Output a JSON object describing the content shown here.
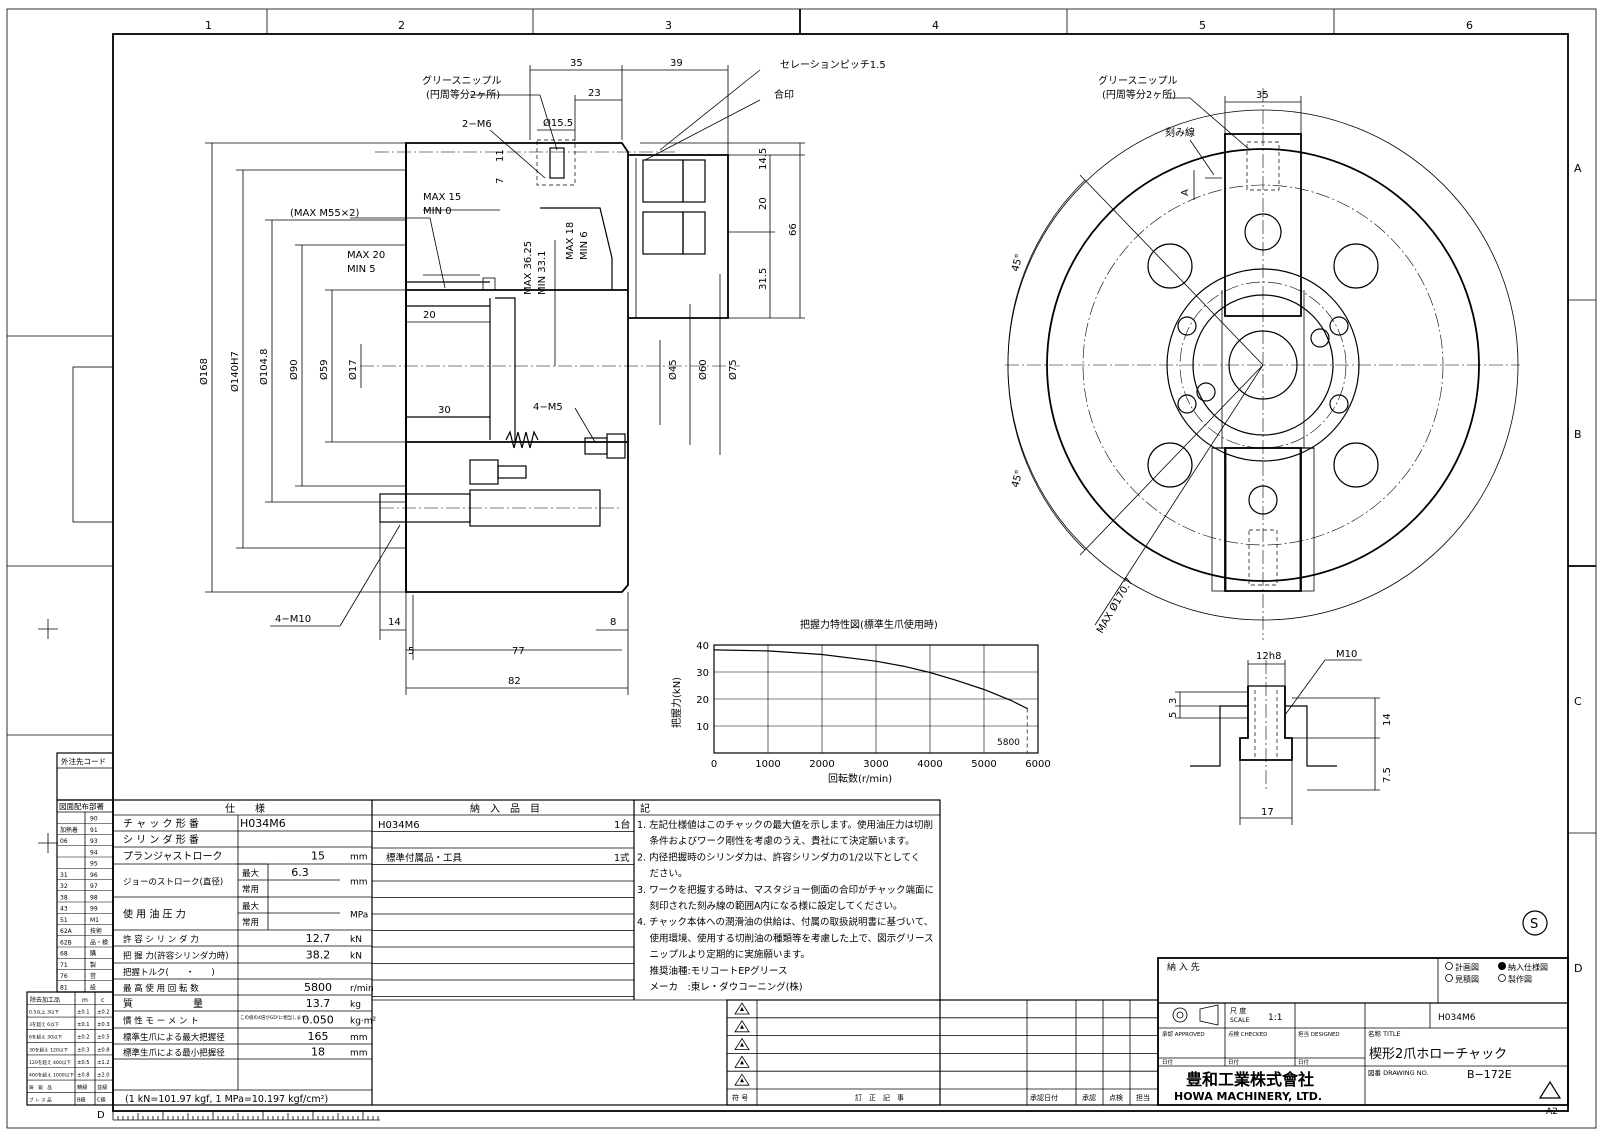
{
  "border": {
    "cols": [
      "1",
      "2",
      "3",
      "4",
      "5",
      "6"
    ],
    "rows": [
      "A",
      "B",
      "C",
      "D"
    ]
  },
  "side_view": {
    "grease_nipple": "グリースニップル",
    "grease_nipple_note": "(円周等分2ヶ所)",
    "serration": "セレーションピッチ1.5",
    "match_mark": "合印",
    "m6": "2−M6",
    "m5": "4−M5",
    "m10": "4−M10",
    "max_m55": "(MAX M55×2)",
    "max15": "MAX 15",
    "min0": "MIN  0",
    "max20": "MAX 20",
    "min5": "MIN  5",
    "max3625": "MAX 36.25",
    "min331": "MIN 33.1",
    "max18": "MAX 18",
    "min6": "MIN 6",
    "d35": "35",
    "d39": "39",
    "d23": "23",
    "d155": "Ø15.5",
    "d11": "11",
    "d7": "7",
    "d145": "14.5",
    "d20v": "20",
    "d66": "66",
    "d315": "31.5",
    "d20": "20",
    "d30": "30",
    "d14": "14",
    "d8": "8",
    "d5": "5",
    "d77": "77",
    "d82": "82",
    "phi168": "Ø168",
    "phi140": "Ø140H7",
    "phi1048": "Ø104.8",
    "phi90": "Ø90",
    "phi59": "Ø59",
    "phi17": "Ø17",
    "phi45": "Ø45",
    "phi60": "Ø60",
    "phi75": "Ø75"
  },
  "front_view": {
    "grease_nipple": "グリースニップル",
    "grease_nipple_note": "(円周等分2ヶ所)",
    "d35": "35",
    "mark_line": "刻み線",
    "a": "A",
    "angle1": "45°",
    "angle2": "45°",
    "max_phi": "MAX Ø170.7"
  },
  "detail_a": {
    "d12h8": "12h8",
    "m10": "M10",
    "d3": "3",
    "d5": "5",
    "d14": "14",
    "d75": "7.5",
    "d17": "17"
  },
  "chart_data": {
    "type": "line",
    "title": "把握力特性図(標準生爪使用時)",
    "xlabel": "回転数(r/min)",
    "ylabel": "把握力(kN)",
    "x_ticks": [
      0,
      1000,
      2000,
      3000,
      4000,
      5000,
      6000
    ],
    "y_ticks": [
      10,
      20,
      30,
      40
    ],
    "xlim": [
      0,
      6000
    ],
    "ylim": [
      0,
      40
    ],
    "grid": true,
    "series": [
      {
        "name": "",
        "x": [
          0,
          1000,
          2000,
          3000,
          3500,
          4000,
          4500,
          5000,
          5500,
          5800
        ],
        "y": [
          38.2,
          37.8,
          36.5,
          34.0,
          32.2,
          29.8,
          26.8,
          23.5,
          19.5,
          16.5
        ]
      }
    ],
    "annotation": "5800"
  },
  "spec_table": {
    "header": "仕　　様",
    "rows": [
      {
        "label": "チ ャ ッ ク 形 番",
        "value": "H034M6",
        "unit": ""
      },
      {
        "label": "シ リ ン ダ 形 番",
        "value": "",
        "unit": ""
      },
      {
        "label": "プランジャストローク",
        "value": "15",
        "unit": "mm"
      },
      {
        "label": "ジョーのストローク(直径)",
        "sub1": "最大",
        "sub2": "常用",
        "value": "6.3",
        "unit": "mm"
      },
      {
        "label": "使 用 油 圧 力",
        "sub1": "最大",
        "sub2": "常用",
        "value": "",
        "unit": "MPa"
      },
      {
        "label": "許 容 シ リ ン ダ 力",
        "value": "12.7",
        "unit": "kN"
      },
      {
        "label": "把 握 力(許容シリンダ力時)",
        "value": "38.2",
        "unit": "kN"
      },
      {
        "label": "把握トルク(　　・　　)",
        "value": "",
        "unit": ""
      },
      {
        "label": "最 高 使 用 回 転 数",
        "value": "5800",
        "unit": "r/min"
      },
      {
        "label": "質　　　　　　量",
        "value": "13.7",
        "unit": "kg"
      },
      {
        "label": "慣 性 モ ー メ ン ト",
        "value": "0.050",
        "unit": "kg·m²",
        "note": "この値の4倍がGD²に相当します。"
      },
      {
        "label": "標準生爪による最大把握径",
        "value": "165",
        "unit": "mm"
      },
      {
        "label": "標準生爪による最小把握径",
        "value": "18",
        "unit": "mm"
      }
    ],
    "footer": "(1 kN=101.97 kgf, 1 MPa=10.197 kgf/cm²)"
  },
  "delivery_table": {
    "header": "納　入　品　目",
    "rows": [
      {
        "item": "H034M6",
        "qty": "1台"
      },
      {
        "item": "標準付属品・工具",
        "qty": "1式"
      }
    ]
  },
  "notes": {
    "header": "記",
    "lines": [
      "1. 左記仕様値はこのチャックの最大値を示します。使用油圧力は切削",
      "　 条件およびワーク剛性を考慮のうえ、貴社にて決定願います。",
      "2. 内径把握時のシリンダ力は、許容シリンダ力の1/2以下としてく",
      "　 ださい。",
      "3. ワークを把握する時は、マスタジョー側面の合印がチャック端面に",
      "　 刻印された刻み線の範囲A内になる様に設定してください。",
      "4. チャック本体への潤滑油の供給は、付属の取扱説明書に基づいて、",
      "　 使用環境、使用する切削油の種類等を考慮した上で、図示グリース",
      "　 ニップルより定期的に実施願います。",
      "　 推奨油種:モリコートEPグリース",
      "　 メーカ　:東レ・ダウコーニング(株)"
    ]
  },
  "left_table": {
    "top_label": "外注先コード",
    "dist_label": "図面配布部署",
    "codes": [
      "90",
      "91",
      "93",
      "94",
      "95",
      "96",
      "97",
      "98",
      "99",
      "M1",
      "技術",
      "品・検",
      "購",
      "製",
      "営",
      "設"
    ],
    "left_codes": [
      "",
      "加熱着",
      "06",
      "",
      "",
      "31",
      "32",
      "38",
      "43",
      "51",
      "62A",
      "62B",
      "68",
      "71",
      "76",
      "81"
    ],
    "tol_header": [
      "除去加工品",
      "m",
      "c"
    ],
    "tol_rows": [
      [
        "0.5以上 3以下",
        "±0.1",
        "±0.2"
      ],
      [
        "3を超え 6以下",
        "±0.1",
        "±0.3"
      ],
      [
        "6を超え 30以下",
        "±0.2",
        "±0.5"
      ],
      [
        "30を超え 120以下",
        "±0.3",
        "±0.8"
      ],
      [
        "120を超え 400以下",
        "±0.5",
        "±1.2"
      ],
      [
        "400を超え 1000以下",
        "±0.8",
        "±2.0"
      ],
      [
        "鋳　鍛　品",
        "精級",
        "並級"
      ],
      [
        "プ レ ス 品",
        "B級",
        "C級"
      ]
    ],
    "d_label": "D"
  },
  "revision": {
    "col_mark": "符 号",
    "col_desc": "訂　正　記　事",
    "col_date": "承認日付",
    "col_app": "承認",
    "col_chk": "点検",
    "col_by": "担当"
  },
  "title_block": {
    "customer": "納 入 先",
    "check1": "計画図",
    "check2": "見積図",
    "check3": "納入仕様図",
    "check4": "製作図",
    "scale_label": "尺 度",
    "scale_en": "SCALE",
    "scale": "1:1",
    "part_no": "H034M6",
    "approved": "承認 APPROVED",
    "checked": "点検 CHECKED",
    "designed": "担当 DESIGNED",
    "date1": "日付",
    "date2": "日付",
    "date3": "日付",
    "title_label": "名称 TITLE",
    "title": "楔形2爪ホローチャック",
    "dwg_label": "図番 DRAWING NO.",
    "dwg_no": "B−172E",
    "company_jp": "豊和工業株式會社",
    "company_en": "HOWA MACHINERY, LTD.",
    "size": "A2",
    "mark": "S"
  }
}
